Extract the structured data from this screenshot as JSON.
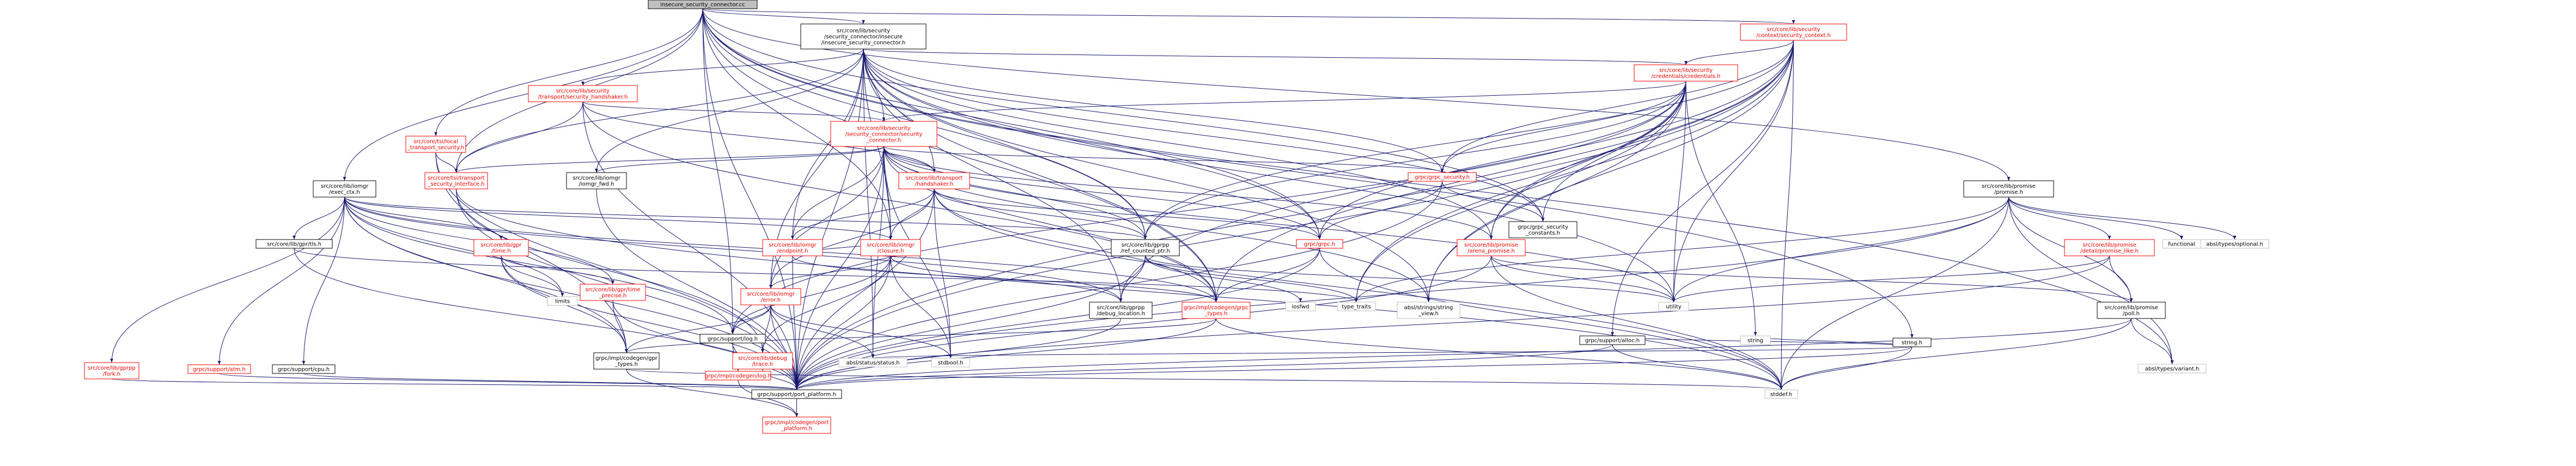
{
  "colors": {
    "edge": "#191970",
    "local_text": "#000000",
    "ref_text": "#ff0000",
    "border_local": "#000000",
    "border_ref": "#ff0000",
    "border_system": "#bfbfbf",
    "root_fill": "#bfbfbf"
  },
  "nodes": [
    {
      "id": "root",
      "kind": "root",
      "lines": [
        "insecure_security_connector.cc"
      ]
    },
    {
      "id": "isc_h",
      "kind": "local",
      "lines": [
        "src/core/lib/security",
        "/security_connector/insecure",
        "/insecure_security_connector.h"
      ]
    },
    {
      "id": "sec_ctx",
      "kind": "ref",
      "lines": [
        "src/core/lib/security",
        "/context/security_context.h"
      ]
    },
    {
      "id": "promise_h",
      "kind": "local",
      "lines": [
        "src/core/lib/promise",
        "/promise.h"
      ]
    },
    {
      "id": "iomgr_exec",
      "kind": "local",
      "lines": [
        "src/core/lib/iomgr",
        "/exec_ctx.h"
      ]
    },
    {
      "id": "local_ts",
      "kind": "ref",
      "lines": [
        "src/core/tsi/local",
        "_transport_security.h"
      ]
    },
    {
      "id": "sec_handshaker",
      "kind": "ref",
      "lines": [
        "src/core/lib/security",
        "/transport/security_handshaker.h"
      ]
    },
    {
      "id": "credentials",
      "kind": "ref",
      "lines": [
        "src/core/lib/security",
        "/credentials/credentials.h"
      ]
    },
    {
      "id": "sec_connector",
      "kind": "ref",
      "lines": [
        "src/core/lib/security",
        "/security_connector/security",
        "_connector.h"
      ]
    },
    {
      "id": "transport_si",
      "kind": "ref",
      "lines": [
        "src/core/tsi/transport",
        "_security_interface.h"
      ]
    },
    {
      "id": "iomgr_fwd",
      "kind": "local",
      "lines": [
        "src/core/lib/iomgr",
        "/iomgr_fwd.h"
      ]
    },
    {
      "id": "handshaker",
      "kind": "ref",
      "lines": [
        "src/core/lib/transport",
        "/handshaker.h"
      ]
    },
    {
      "id": "grpc_security",
      "kind": "ref",
      "lines": [
        "grpc/grpc_security.h"
      ]
    },
    {
      "id": "gpr_time",
      "kind": "ref",
      "lines": [
        "src/core/lib/gpr",
        "/time.h"
      ]
    },
    {
      "id": "gprpp_fork",
      "kind": "ref",
      "lines": [
        "src/core/lib/gprpp",
        "/fork.h"
      ]
    },
    {
      "id": "gpr_atm",
      "kind": "ref",
      "lines": [
        "grpc/support/atm.h"
      ]
    },
    {
      "id": "gpr_cpu",
      "kind": "local",
      "lines": [
        "grpc/support/cpu.h"
      ]
    },
    {
      "id": "gpr_tls",
      "kind": "local",
      "lines": [
        "src/core/lib/gpr/tls.h"
      ]
    },
    {
      "id": "endpoint",
      "kind": "ref",
      "lines": [
        "src/core/lib/iomgr",
        "/endpoint.h"
      ]
    },
    {
      "id": "closure",
      "kind": "ref",
      "lines": [
        "src/core/lib/iomgr",
        "/closure.h"
      ]
    },
    {
      "id": "ref_counted_ptr",
      "kind": "local",
      "lines": [
        "src/core/lib/gprpp",
        "/ref_counted_ptr.h"
      ]
    },
    {
      "id": "grpc_h",
      "kind": "ref",
      "lines": [
        "grpc/grpc.h"
      ]
    },
    {
      "id": "arena_promise",
      "kind": "ref",
      "lines": [
        "src/core/lib/promise",
        "/arena_promise.h"
      ]
    },
    {
      "id": "grpc_sec_const",
      "kind": "local",
      "lines": [
        "grpc/grpc_security",
        "_constants.h"
      ]
    },
    {
      "id": "promise_like",
      "kind": "ref",
      "lines": [
        "src/core/lib/promise",
        "/detail/promise_like.h"
      ]
    },
    {
      "id": "functional",
      "kind": "system",
      "lines": [
        "functional"
      ]
    },
    {
      "id": "absl_optional",
      "kind": "system",
      "lines": [
        "absl/types/optional.h"
      ]
    },
    {
      "id": "iomgr_error",
      "kind": "ref",
      "lines": [
        "src/core/lib/iomgr",
        "/error.h"
      ]
    },
    {
      "id": "debug_location",
      "kind": "local",
      "lines": [
        "src/core/lib/gprpp",
        "/debug_location.h"
      ]
    },
    {
      "id": "impl_grpc_types",
      "kind": "ref",
      "lines": [
        "grpc/impl/codegen/grpc",
        "_types.h"
      ]
    },
    {
      "id": "string_view",
      "kind": "system",
      "lines": [
        "absl/strings/string",
        "_view.h"
      ]
    },
    {
      "id": "promise_poll",
      "kind": "local",
      "lines": [
        "src/core/lib/promise",
        "/poll.h"
      ]
    },
    {
      "id": "string_h",
      "kind": "local",
      "lines": [
        "string.h"
      ]
    },
    {
      "id": "gpr_time_precise",
      "kind": "ref",
      "lines": [
        "src/core/lib/gpr/time",
        "_precise.h"
      ]
    },
    {
      "id": "limits",
      "kind": "system",
      "lines": [
        "limits"
      ]
    },
    {
      "id": "iosfwd",
      "kind": "system",
      "lines": [
        "iosfwd"
      ]
    },
    {
      "id": "type_traits",
      "kind": "system",
      "lines": [
        "type_traits"
      ]
    },
    {
      "id": "utility",
      "kind": "system",
      "lines": [
        "utility"
      ]
    },
    {
      "id": "gpr_log",
      "kind": "local",
      "lines": [
        "grpc/support/log.h"
      ]
    },
    {
      "id": "gpr_types",
      "kind": "local",
      "lines": [
        "grpc/impl/codegen/gpr",
        "_types.h"
      ]
    },
    {
      "id": "debug_trace",
      "kind": "ref",
      "lines": [
        "src/core/lib/debug",
        "/trace.h"
      ]
    },
    {
      "id": "absl_status",
      "kind": "system",
      "lines": [
        "absl/status/status.h"
      ]
    },
    {
      "id": "stdbool",
      "kind": "system",
      "lines": [
        "stdbool.h"
      ]
    },
    {
      "id": "gpr_alloc",
      "kind": "local",
      "lines": [
        "grpc/support/alloc.h"
      ]
    },
    {
      "id": "string",
      "kind": "system",
      "lines": [
        "string"
      ]
    },
    {
      "id": "absl_variant",
      "kind": "system",
      "lines": [
        "absl/types/variant.h"
      ]
    },
    {
      "id": "impl_log",
      "kind": "ref",
      "lines": [
        "grpc/impl/codegen/log.h"
      ]
    },
    {
      "id": "port_platform",
      "kind": "local",
      "lines": [
        "grpc/support/port_platform.h"
      ]
    },
    {
      "id": "stddef",
      "kind": "system",
      "lines": [
        "stddef.h"
      ]
    },
    {
      "id": "impl_port_platform",
      "kind": "ref",
      "lines": [
        "grpc/impl/codegen/port",
        "_platform.h"
      ]
    }
  ],
  "edges": [
    [
      "root",
      "isc_h"
    ],
    [
      "root",
      "sec_ctx"
    ],
    [
      "root",
      "promise_h"
    ],
    [
      "root",
      "iomgr_exec"
    ],
    [
      "root",
      "local_ts"
    ],
    [
      "root",
      "transport_si"
    ],
    [
      "root",
      "gpr_log"
    ],
    [
      "root",
      "port_platform"
    ],
    [
      "root",
      "string_h"
    ],
    [
      "root",
      "grpc_h"
    ],
    [
      "root",
      "ref_counted_ptr"
    ],
    [
      "root",
      "impl_grpc_types"
    ],
    [
      "root",
      "closure"
    ],
    [
      "root",
      "absl_variant"
    ],
    [
      "root",
      "grpc_sec_const"
    ],
    [
      "isc_h",
      "sec_handshaker"
    ],
    [
      "isc_h",
      "sec_connector"
    ],
    [
      "isc_h",
      "credentials"
    ],
    [
      "isc_h",
      "grpc_security"
    ],
    [
      "isc_h",
      "iomgr_fwd"
    ],
    [
      "isc_h",
      "handshaker"
    ],
    [
      "isc_h",
      "endpoint"
    ],
    [
      "isc_h",
      "closure"
    ],
    [
      "isc_h",
      "ref_counted_ptr"
    ],
    [
      "isc_h",
      "grpc_h"
    ],
    [
      "isc_h",
      "arena_promise"
    ],
    [
      "isc_h",
      "grpc_sec_const"
    ],
    [
      "isc_h",
      "port_platform"
    ],
    [
      "isc_h",
      "iomgr_error"
    ],
    [
      "isc_h",
      "transport_si"
    ],
    [
      "isc_h",
      "impl_grpc_types"
    ],
    [
      "isc_h",
      "string_view"
    ],
    [
      "isc_h",
      "utility"
    ],
    [
      "isc_h",
      "debug_location"
    ],
    [
      "isc_h",
      "absl_status"
    ],
    [
      "sec_ctx",
      "credentials"
    ],
    [
      "sec_ctx",
      "grpc_security"
    ],
    [
      "sec_ctx",
      "ref_counted_ptr"
    ],
    [
      "sec_ctx",
      "arena_promise"
    ],
    [
      "sec_ctx",
      "string_view"
    ],
    [
      "sec_ctx",
      "port_platform"
    ],
    [
      "sec_ctx",
      "utility"
    ],
    [
      "sec_ctx",
      "stddef"
    ],
    [
      "sec_ctx",
      "debug_location"
    ],
    [
      "sec_ctx",
      "impl_grpc_types"
    ],
    [
      "sec_ctx",
      "gpr_alloc"
    ],
    [
      "sec_ctx",
      "type_traits"
    ],
    [
      "promise_h",
      "promise_like"
    ],
    [
      "promise_h",
      "promise_poll"
    ],
    [
      "promise_h",
      "functional"
    ],
    [
      "promise_h",
      "absl_optional"
    ],
    [
      "promise_h",
      "type_traits"
    ],
    [
      "promise_h",
      "utility"
    ],
    [
      "promise_h",
      "port_platform"
    ],
    [
      "promise_h",
      "absl_variant"
    ],
    [
      "promise_h",
      "stddef"
    ],
    [
      "iomgr_exec",
      "gpr_time"
    ],
    [
      "iomgr_exec",
      "gprpp_fork"
    ],
    [
      "iomgr_exec",
      "gpr_atm"
    ],
    [
      "iomgr_exec",
      "gpr_cpu"
    ],
    [
      "iomgr_exec",
      "gpr_tls"
    ],
    [
      "iomgr_exec",
      "closure"
    ],
    [
      "iomgr_exec",
      "gpr_log"
    ],
    [
      "iomgr_exec",
      "port_platform"
    ],
    [
      "iomgr_exec",
      "limits"
    ],
    [
      "iomgr_exec",
      "debug_location"
    ],
    [
      "iomgr_exec",
      "impl_grpc_types"
    ],
    [
      "iomgr_exec",
      "gpr_types"
    ],
    [
      "iomgr_exec",
      "ref_counted_ptr"
    ],
    [
      "iomgr_exec",
      "gpr_time_precise"
    ],
    [
      "local_ts",
      "transport_si"
    ],
    [
      "local_ts",
      "port_platform"
    ],
    [
      "local_ts",
      "gpr_types"
    ],
    [
      "sec_handshaker",
      "sec_connector"
    ],
    [
      "sec_handshaker",
      "handshaker"
    ],
    [
      "sec_handshaker",
      "transport_si"
    ],
    [
      "sec_handshaker",
      "port_platform"
    ],
    [
      "sec_handshaker",
      "impl_grpc_types"
    ],
    [
      "credentials",
      "sec_connector"
    ],
    [
      "credentials",
      "grpc_security"
    ],
    [
      "credentials",
      "grpc_h"
    ],
    [
      "credentials",
      "ref_counted_ptr"
    ],
    [
      "credentials",
      "arena_promise"
    ],
    [
      "credentials",
      "grpc_sec_const"
    ],
    [
      "credentials",
      "port_platform"
    ],
    [
      "credentials",
      "string"
    ],
    [
      "credentials",
      "utility"
    ],
    [
      "credentials",
      "string_view"
    ],
    [
      "credentials",
      "gpr_log"
    ],
    [
      "credentials",
      "type_traits"
    ],
    [
      "sec_connector",
      "transport_si"
    ],
    [
      "sec_connector",
      "iomgr_fwd"
    ],
    [
      "sec_connector",
      "handshaker"
    ],
    [
      "sec_connector",
      "endpoint"
    ],
    [
      "sec_connector",
      "closure"
    ],
    [
      "sec_connector",
      "ref_counted_ptr"
    ],
    [
      "sec_connector",
      "grpc_security"
    ],
    [
      "sec_connector",
      "grpc_h"
    ],
    [
      "sec_connector",
      "arena_promise"
    ],
    [
      "sec_connector",
      "iomgr_error"
    ],
    [
      "sec_connector",
      "port_platform"
    ],
    [
      "sec_connector",
      "utility"
    ],
    [
      "sec_connector",
      "impl_grpc_types"
    ],
    [
      "sec_connector",
      "string_view"
    ],
    [
      "sec_connector",
      "absl_status"
    ],
    [
      "sec_connector",
      "stdbool"
    ],
    [
      "transport_si",
      "port_platform"
    ],
    [
      "transport_si",
      "debug_trace"
    ],
    [
      "transport_si",
      "stddef"
    ],
    [
      "iomgr_fwd",
      "port_platform"
    ],
    [
      "handshaker",
      "closure"
    ],
    [
      "handshaker",
      "endpoint"
    ],
    [
      "handshaker",
      "ref_counted_ptr"
    ],
    [
      "handshaker",
      "grpc_h"
    ],
    [
      "handshaker",
      "iomgr_error"
    ],
    [
      "handshaker",
      "port_platform"
    ],
    [
      "handshaker",
      "impl_grpc_types"
    ],
    [
      "handshaker",
      "stddef"
    ],
    [
      "handshaker",
      "stdbool"
    ],
    [
      "grpc_security",
      "grpc_h"
    ],
    [
      "grpc_security",
      "grpc_sec_const"
    ],
    [
      "grpc_security",
      "port_platform"
    ],
    [
      "gpr_time",
      "gpr_time_precise"
    ],
    [
      "gpr_time",
      "limits"
    ],
    [
      "gpr_time",
      "gpr_types"
    ],
    [
      "gpr_time",
      "port_platform"
    ],
    [
      "gprpp_fork",
      "port_platform"
    ],
    [
      "gpr_atm",
      "port_platform"
    ],
    [
      "gpr_cpu",
      "port_platform"
    ],
    [
      "gpr_tls",
      "port_platform"
    ],
    [
      "gpr_tls",
      "type_traits"
    ],
    [
      "endpoint",
      "closure"
    ],
    [
      "endpoint",
      "port_platform"
    ],
    [
      "endpoint",
      "impl_grpc_types"
    ],
    [
      "closure",
      "debug_location"
    ],
    [
      "closure",
      "iomgr_error"
    ],
    [
      "closure",
      "gpr_log"
    ],
    [
      "closure",
      "debug_trace"
    ],
    [
      "closure",
      "port_platform"
    ],
    [
      "closure",
      "stdbool"
    ],
    [
      "ref_counted_ptr",
      "iosfwd"
    ],
    [
      "ref_counted_ptr",
      "type_traits"
    ],
    [
      "ref_counted_ptr",
      "debug_location"
    ],
    [
      "ref_counted_ptr",
      "utility"
    ],
    [
      "ref_counted_ptr",
      "port_platform"
    ],
    [
      "grpc_h",
      "impl_grpc_types"
    ],
    [
      "grpc_h",
      "port_platform"
    ],
    [
      "grpc_h",
      "stddef"
    ],
    [
      "arena_promise",
      "promise_poll"
    ],
    [
      "arena_promise",
      "utility"
    ],
    [
      "arena_promise",
      "port_platform"
    ],
    [
      "arena_promise",
      "stddef"
    ],
    [
      "promise_like",
      "promise_poll"
    ],
    [
      "promise_like",
      "utility"
    ],
    [
      "promise_like",
      "port_platform"
    ],
    [
      "iomgr_error",
      "gpr_log"
    ],
    [
      "iomgr_error",
      "debug_trace"
    ],
    [
      "iomgr_error",
      "absl_status"
    ],
    [
      "iomgr_error",
      "stdbool"
    ],
    [
      "iomgr_error",
      "port_platform"
    ],
    [
      "iomgr_error",
      "gpr_types"
    ],
    [
      "debug_location",
      "port_platform"
    ],
    [
      "impl_grpc_types",
      "gpr_types"
    ],
    [
      "impl_grpc_types",
      "port_platform"
    ],
    [
      "impl_grpc_types",
      "stddef"
    ],
    [
      "promise_poll",
      "absl_variant"
    ],
    [
      "promise_poll",
      "port_platform"
    ],
    [
      "promise_poll",
      "stddef"
    ],
    [
      "string_h",
      "port_platform"
    ],
    [
      "string_h",
      "stddef"
    ],
    [
      "string_h",
      "string"
    ],
    [
      "string_h",
      "gpr_alloc"
    ],
    [
      "string_h",
      "absl_status"
    ],
    [
      "gpr_time_precise",
      "gpr_types"
    ],
    [
      "gpr_time_precise",
      "port_platform"
    ],
    [
      "gpr_log",
      "impl_log"
    ],
    [
      "gpr_log",
      "port_platform"
    ],
    [
      "gpr_types",
      "impl_port_platform"
    ],
    [
      "gpr_types",
      "stddef"
    ],
    [
      "debug_trace",
      "port_platform"
    ],
    [
      "gpr_alloc",
      "port_platform"
    ],
    [
      "gpr_alloc",
      "stddef"
    ],
    [
      "impl_log",
      "impl_port_platform"
    ],
    [
      "port_platform",
      "impl_port_platform"
    ]
  ]
}
